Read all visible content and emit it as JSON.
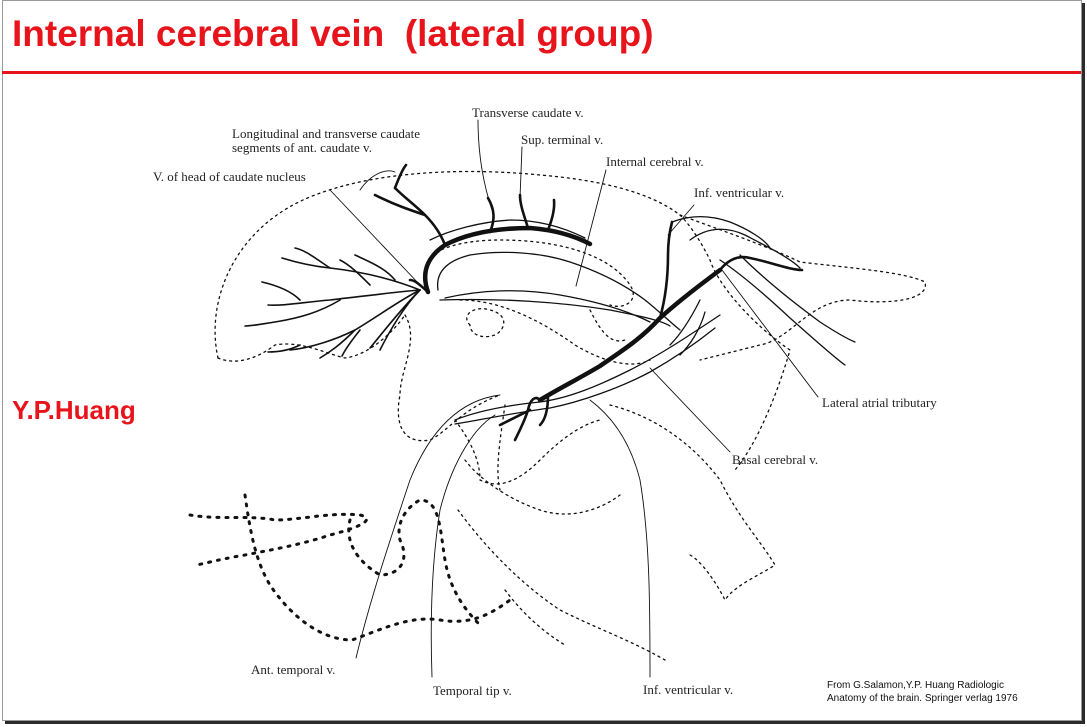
{
  "slide": {
    "title": "Internal cerebral vein  (lateral group)",
    "author": "Y.P.Huang",
    "citation": {
      "line1": "From G.Salamon,Y.P. Huang Radiologic",
      "line2": "Anatomy of the brain. Springer verlag 1976"
    },
    "colors": {
      "title": "#e8141c",
      "rule": "#e8141c",
      "ink": "#111111"
    }
  },
  "labels": {
    "transverse_caudate": "Transverse caudate v.",
    "longitudinal_1": "Longitudinal and transverse caudate",
    "longitudinal_2": "segments of ant. caudate v.",
    "sup_terminal": "Sup. terminal v.",
    "internal_cerebral": "Internal cerebral v.",
    "head_caudate": "V. of head of caudate nucleus",
    "inf_ventricular_top": "Inf. ventricular v.",
    "lateral_atrial": "Lateral atrial tributary",
    "basal_cerebral": "Basal cerebral v.",
    "ant_temporal": "Ant. temporal v.",
    "temporal_tip": "Temporal tip v.",
    "inf_ventricular_bottom": "Inf. ventricular v."
  }
}
